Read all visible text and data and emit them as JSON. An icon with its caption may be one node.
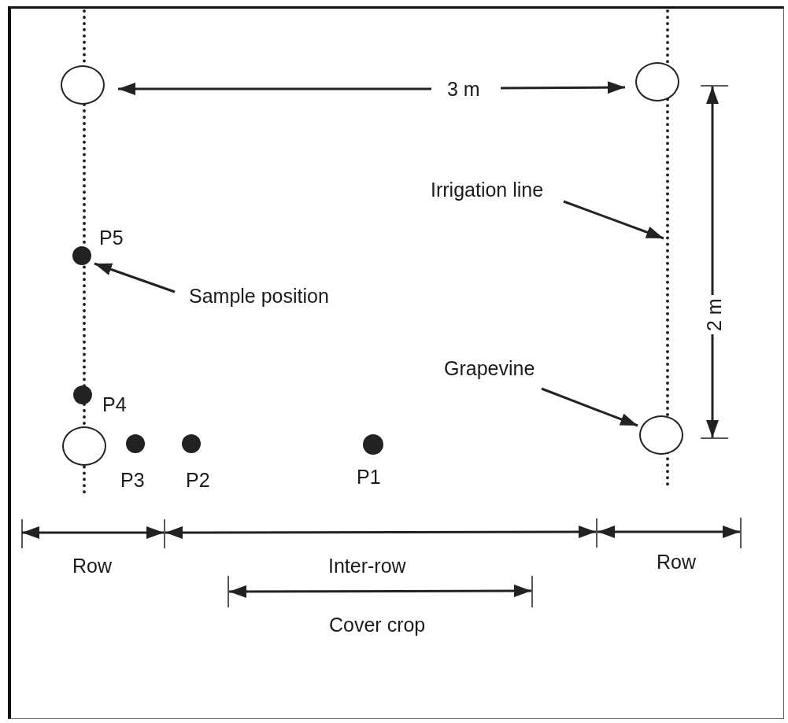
{
  "diagram": {
    "nodes": [
      {
        "text": [],
        "shape": "line"
      },
      {
        "text": [],
        "shape": "line"
      },
      {
        "text": [],
        "shape": "circle"
      },
      {
        "text": [],
        "shape": "circle"
      },
      {
        "text": [
          "Irrigation line"
        ]
      },
      {
        "text": [],
        "shape": "circle",
        "beside": [
          "P5"
        ]
      },
      {
        "text": [
          "Sample position"
        ]
      },
      {
        "text": [
          "Grapevine"
        ]
      },
      {
        "text": [],
        "shape": "circle",
        "beside": [
          "P4"
        ]
      },
      {
        "text": [],
        "shape": "circle"
      },
      {
        "text": [],
        "shape": "circle",
        "beside": [
          "P3"
        ]
      },
      {
        "text": [],
        "shape": "circle",
        "beside": [
          "P2"
        ]
      },
      {
        "text": [],
        "shape": "circle",
        "beside": [
          "P1"
        ]
      },
      {
        "text": [],
        "shape": "circle"
      }
    ],
    "edges": [
      {
        "from": 4,
        "to": 1,
        "arrow": "to"
      },
      {
        "from": 6,
        "to": 5,
        "arrow": "to"
      },
      {
        "from": 7,
        "to": 13,
        "arrow": "to"
      }
    ],
    "labels": [
      "3 m",
      "2 m",
      "Row",
      "Inter-row",
      "Row",
      "Cover crop"
    ]
  }
}
